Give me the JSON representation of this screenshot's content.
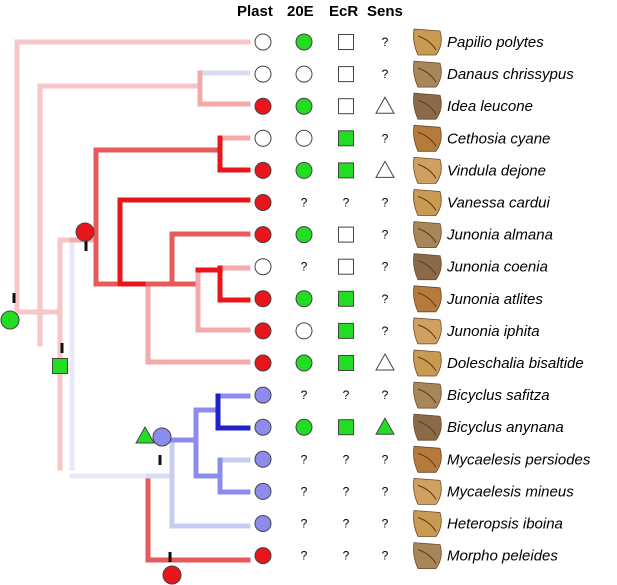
{
  "headers": {
    "plast": "Plast",
    "hormone": "20E",
    "receptor": "EcR",
    "sens": "Sens"
  },
  "unknown_symbol": "?",
  "colors": {
    "red": "#e8161b",
    "green": "#22dd22",
    "blue": "#8c8cef",
    "white": "#ffffff",
    "stroke": "#444444"
  },
  "species": [
    {
      "name": "Papilio polytes",
      "plast": "white",
      "e20": "green",
      "ecr": "white",
      "sens": "?"
    },
    {
      "name": "Danaus chrissypus",
      "plast": "white",
      "e20": "white",
      "ecr": "white",
      "sens": "?"
    },
    {
      "name": "Idea leucone",
      "plast": "red",
      "e20": "green",
      "ecr": "white",
      "sens": "white"
    },
    {
      "name": "Cethosia cyane",
      "plast": "white",
      "e20": "white",
      "ecr": "green",
      "sens": "?"
    },
    {
      "name": "Vindula dejone",
      "plast": "red",
      "e20": "green",
      "ecr": "green",
      "sens": "white"
    },
    {
      "name": "Vanessa cardui",
      "plast": "red",
      "e20": "?",
      "ecr": "?",
      "sens": "?"
    },
    {
      "name": "Junonia almana",
      "plast": "red",
      "e20": "green",
      "ecr": "white",
      "sens": "?"
    },
    {
      "name": "Junonia coenia",
      "plast": "white",
      "e20": "?",
      "ecr": "white",
      "sens": "?"
    },
    {
      "name": "Junonia atlites",
      "plast": "red",
      "e20": "green",
      "ecr": "green",
      "sens": "?"
    },
    {
      "name": "Junonia iphita",
      "plast": "red",
      "e20": "white",
      "ecr": "green",
      "sens": "?"
    },
    {
      "name": "Doleschalia bisaltide",
      "plast": "red",
      "e20": "green",
      "ecr": "green",
      "sens": "white"
    },
    {
      "name": "Bicyclus safitza",
      "plast": "blue",
      "e20": "?",
      "ecr": "?",
      "sens": "?"
    },
    {
      "name": "Bicyclus anynana",
      "plast": "blue",
      "e20": "green",
      "ecr": "green",
      "sens": "green"
    },
    {
      "name": "Mycaelesis persiodes",
      "plast": "blue",
      "e20": "?",
      "ecr": "?",
      "sens": "?"
    },
    {
      "name": "Mycaelesis mineus",
      "plast": "blue",
      "e20": "?",
      "ecr": "?",
      "sens": "?"
    },
    {
      "name": "Heteropsis iboina",
      "plast": "blue",
      "e20": "?",
      "ecr": "?",
      "sens": "?"
    },
    {
      "name": "Morpho peleides",
      "plast": "red",
      "e20": "?",
      "ecr": "?",
      "sens": "?"
    }
  ],
  "node_markers": [
    {
      "name": "root-node-plast-white",
      "shape": "circle",
      "color": "green"
    },
    {
      "name": "nymphalinae-node-plast",
      "shape": "circle",
      "color": "red"
    },
    {
      "name": "nymphalidae-node-ecr",
      "shape": "square",
      "color": "green"
    },
    {
      "name": "satyrinae-node-sens",
      "shape": "triangle",
      "color": "green"
    },
    {
      "name": "satyrinae-node-plast",
      "shape": "circle",
      "color": "blue"
    },
    {
      "name": "morpho-node-plast",
      "shape": "circle",
      "color": "red"
    }
  ]
}
